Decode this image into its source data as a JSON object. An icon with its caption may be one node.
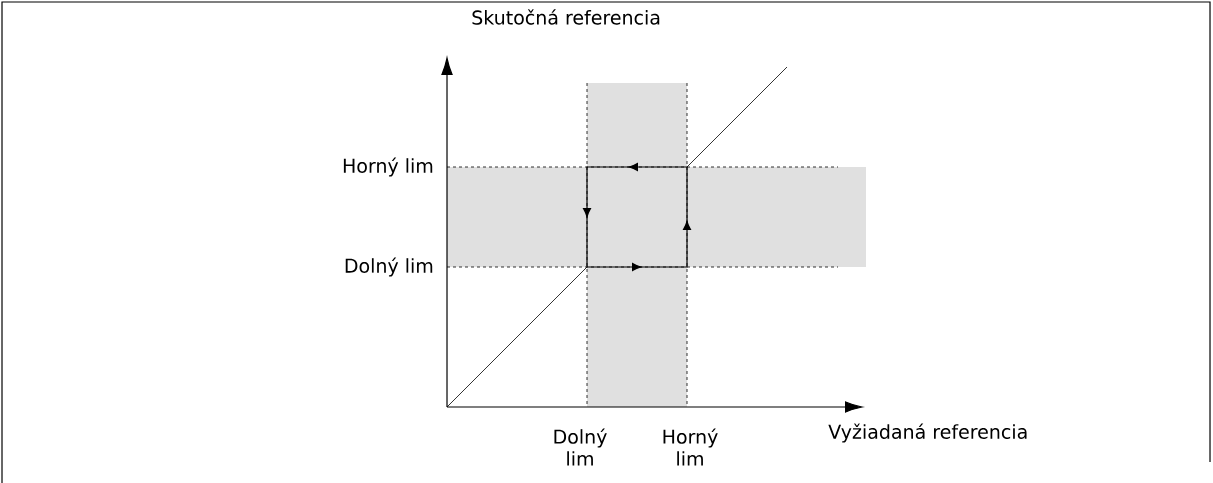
{
  "diagram": {
    "labels": [
      "Skutočná referencia",
      "Horný lim",
      "Dolný lim",
      "Dolný lim",
      "Horný lim",
      "Vyžiadaná referencia"
    ]
  }
}
